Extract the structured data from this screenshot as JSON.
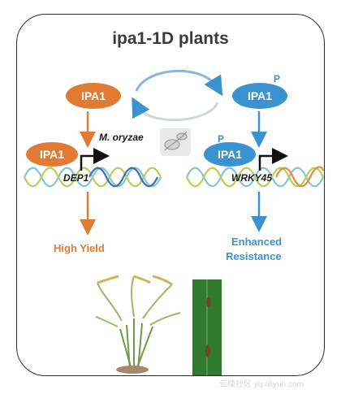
{
  "title": "ipa1-1D plants",
  "protein_label": "IPA1",
  "phospho_mark": "P",
  "pathogen_label": "M. oryzae",
  "gene_left": "DEP1",
  "gene_right": "WRKY45",
  "outcome_left": "High Yield",
  "outcome_right_line1": "Enhanced",
  "outcome_right_line2": "Resistance",
  "watermark": "云棲社区 yq.aliyun.com",
  "colors": {
    "orange": "#e17a32",
    "blue": "#3a93cf",
    "frame": "#2b2b2b"
  },
  "icons": [
    "cycle-arrows-icon",
    "fungus-icon",
    "dna-helix-icon",
    "rice-plant-icon",
    "leaf-lesion-icon"
  ]
}
